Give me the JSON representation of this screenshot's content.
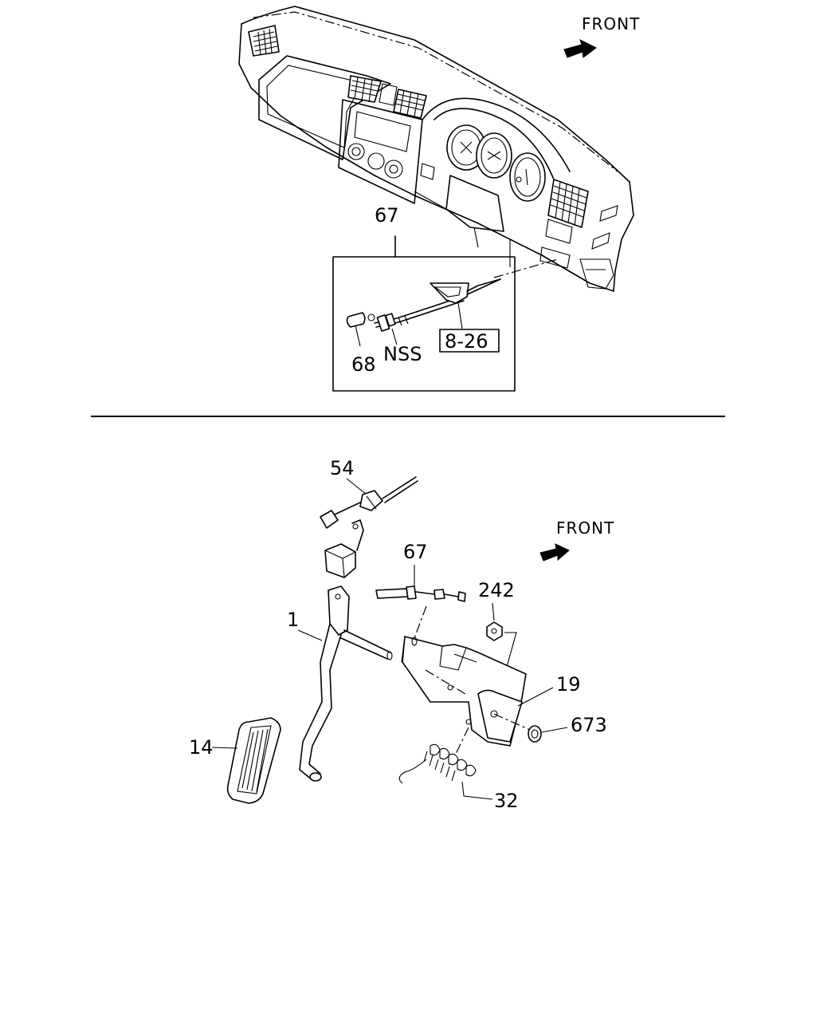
{
  "top_view": {
    "front_label": "FRONT",
    "callout_cable": "67",
    "callout_cap": "68",
    "callout_nss": "NSS",
    "ref_box": "8-26"
  },
  "bottom_view": {
    "front_label": "FRONT",
    "callout_sensor": "54",
    "callout_cable": "67",
    "callout_nut": "242",
    "callout_pedal_arm": "1",
    "callout_bracket": "19",
    "callout_washer": "673",
    "callout_pad": "14",
    "callout_spring": "32"
  }
}
